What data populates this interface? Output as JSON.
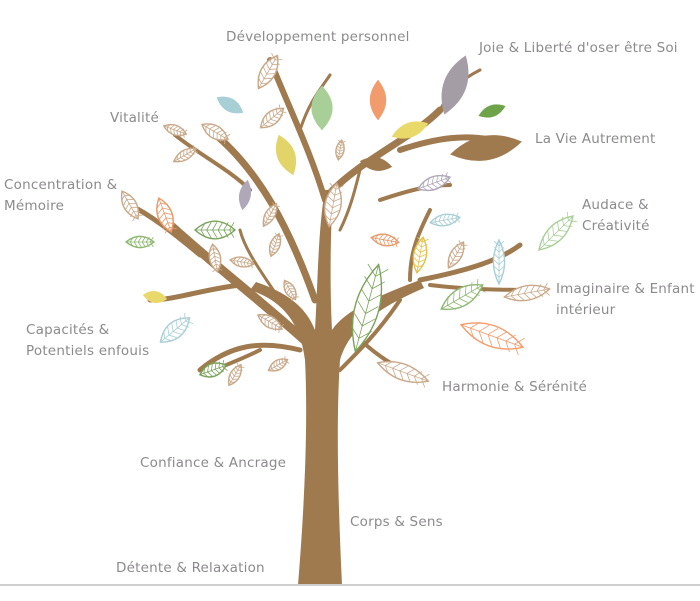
{
  "labels": {
    "developpement": "Développement personnel",
    "joie": "Joie & Liberté d'oser être Soi",
    "vitalite": "Vitalité",
    "vie_autrement": "La Vie Autrement",
    "concentration_1": "Concentration &",
    "concentration_2": "Mémoire",
    "audace_1": "Audace &",
    "audace_2": "Créativité",
    "imaginaire_1": "Imaginaire & Enfant",
    "imaginaire_2": "intérieur",
    "capacites_1": "Capacités &",
    "capacites_2": "Potentiels enfouis",
    "harmonie": "Harmonie & Sérénité",
    "confiance": "Confiance & Ancrage",
    "corps": "Corps & Sens",
    "detente": "Détente & Relaxation"
  },
  "colors": {
    "trunk": "#a07a4f",
    "label_text": "#8c8a8c"
  }
}
